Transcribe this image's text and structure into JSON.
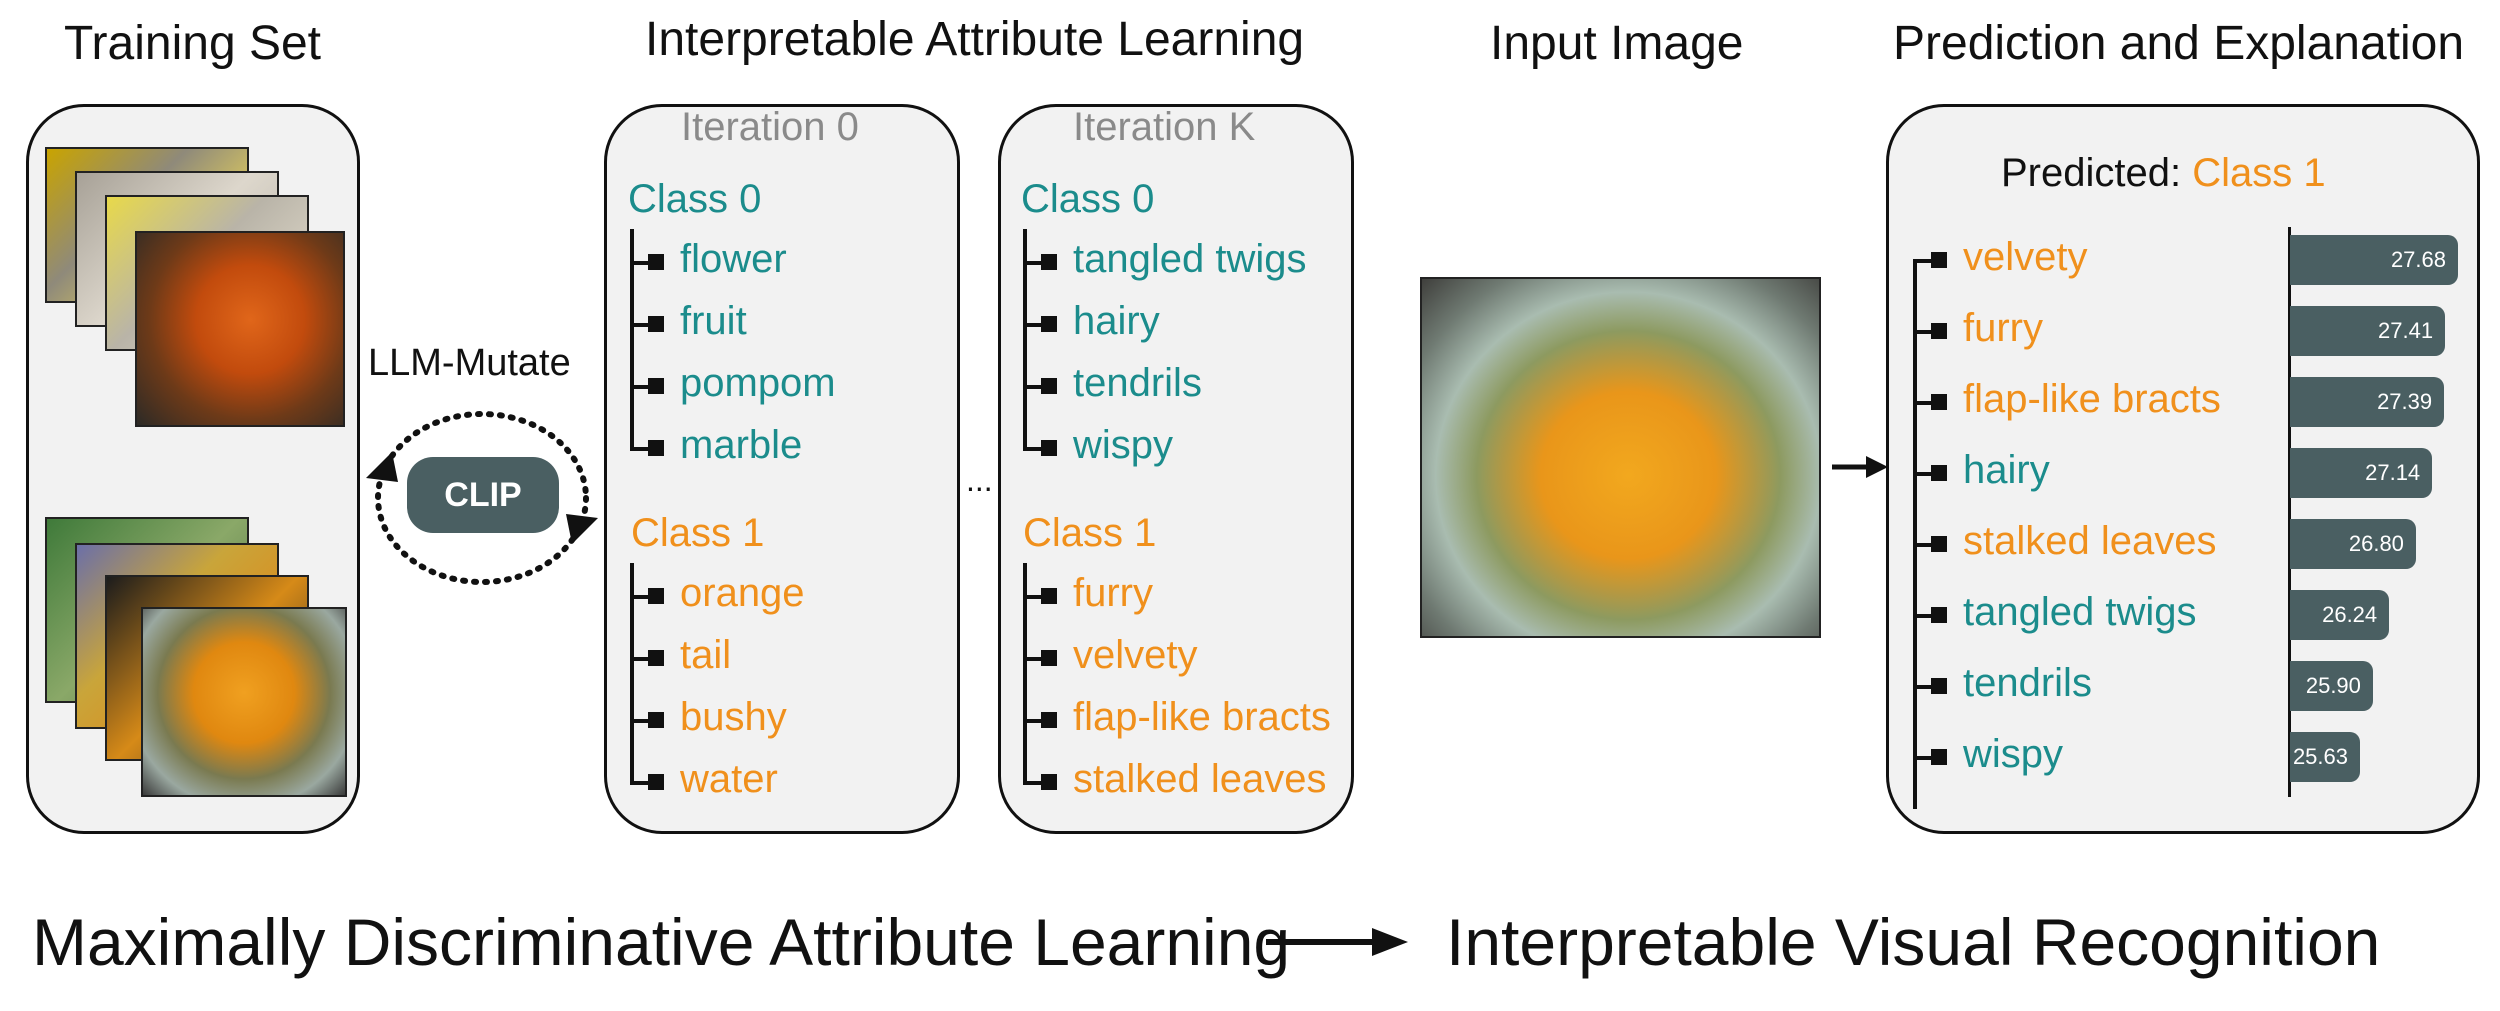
{
  "titles": {
    "training_set": "Training Set",
    "attr_learning": "Interpretable Attribute Learning",
    "input_image": "Input Image",
    "prediction": "Prediction and Explanation"
  },
  "loop": {
    "mutate_label": "LLM-Mutate",
    "clip_label": "CLIP"
  },
  "iteration0": {
    "title": "Iteration 0",
    "class0": {
      "label": "Class 0",
      "attributes": [
        "flower",
        "fruit",
        "pompom",
        "marble"
      ]
    },
    "class1": {
      "label": "Class 1",
      "attributes": [
        "orange",
        "tail",
        "bushy",
        "water"
      ]
    }
  },
  "ellipsis": "...",
  "iterationK": {
    "title": "Iteration K",
    "class0": {
      "label": "Class 0",
      "attributes": [
        "tangled twigs",
        "hairy",
        "tendrils",
        "wispy"
      ]
    },
    "class1": {
      "label": "Class 1",
      "attributes": [
        "furry",
        "velvety",
        "flap-like bracts",
        "stalked leaves"
      ]
    }
  },
  "prediction": {
    "predicted_prefix": "Predicted: ",
    "predicted_class": "Class 1",
    "scores": [
      {
        "attribute": "velvety",
        "class": 1,
        "score": "27.68"
      },
      {
        "attribute": "furry",
        "class": 1,
        "score": "27.41"
      },
      {
        "attribute": "flap-like bracts",
        "class": 1,
        "score": "27.39"
      },
      {
        "attribute": "hairy",
        "class": 0,
        "score": "27.14"
      },
      {
        "attribute": "stalked leaves",
        "class": 1,
        "score": "26.80"
      },
      {
        "attribute": "tangled twigs",
        "class": 0,
        "score": "26.24"
      },
      {
        "attribute": "tendrils",
        "class": 0,
        "score": "25.90"
      },
      {
        "attribute": "wispy",
        "class": 0,
        "score": "25.63"
      }
    ]
  },
  "footer": {
    "left": "Maximally Discriminative Attribute Learning",
    "right": "Interpretable Visual Recognition"
  },
  "colors": {
    "class0": "#1b8c8c",
    "class1": "#f0901c",
    "bar": "#4a5f62",
    "panel": "#f2f2f2"
  }
}
